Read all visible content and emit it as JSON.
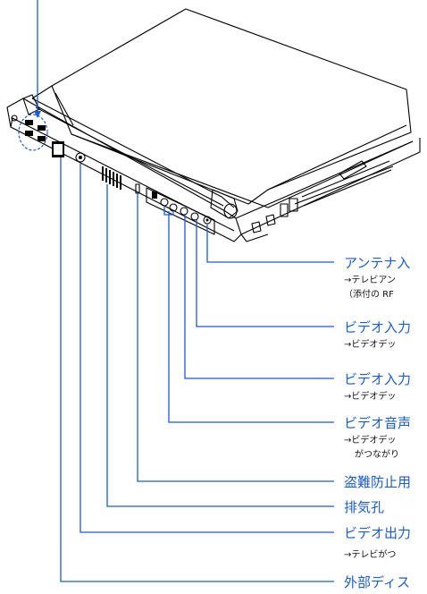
{
  "callouts": [
    {
      "id": "antenna",
      "heading": "アンテナ入",
      "lines": [
        "→テレビアン",
        "（添付の RF"
      ]
    },
    {
      "id": "video-in-1",
      "heading": "ビデオ入力",
      "lines": [
        "→ビデオデッ"
      ]
    },
    {
      "id": "video-in-2",
      "heading": "ビデオ入力",
      "lines": [
        "→ビデオデッ"
      ]
    },
    {
      "id": "video-audio",
      "heading": "ビデオ音声",
      "lines": [
        "→ビデオデッ",
        "がつながり"
      ]
    },
    {
      "id": "security",
      "heading": "盗難防止用",
      "lines": []
    },
    {
      "id": "vent",
      "heading": "排気孔",
      "lines": []
    },
    {
      "id": "video-out",
      "heading": "ビデオ出力",
      "lines": [
        "→テレビがつ"
      ]
    },
    {
      "id": "ext-display",
      "heading": "外部ディス",
      "lines": []
    }
  ],
  "colors": {
    "accent": "#1a5bd6",
    "outline": "#000000",
    "fill": "#ffffff"
  }
}
